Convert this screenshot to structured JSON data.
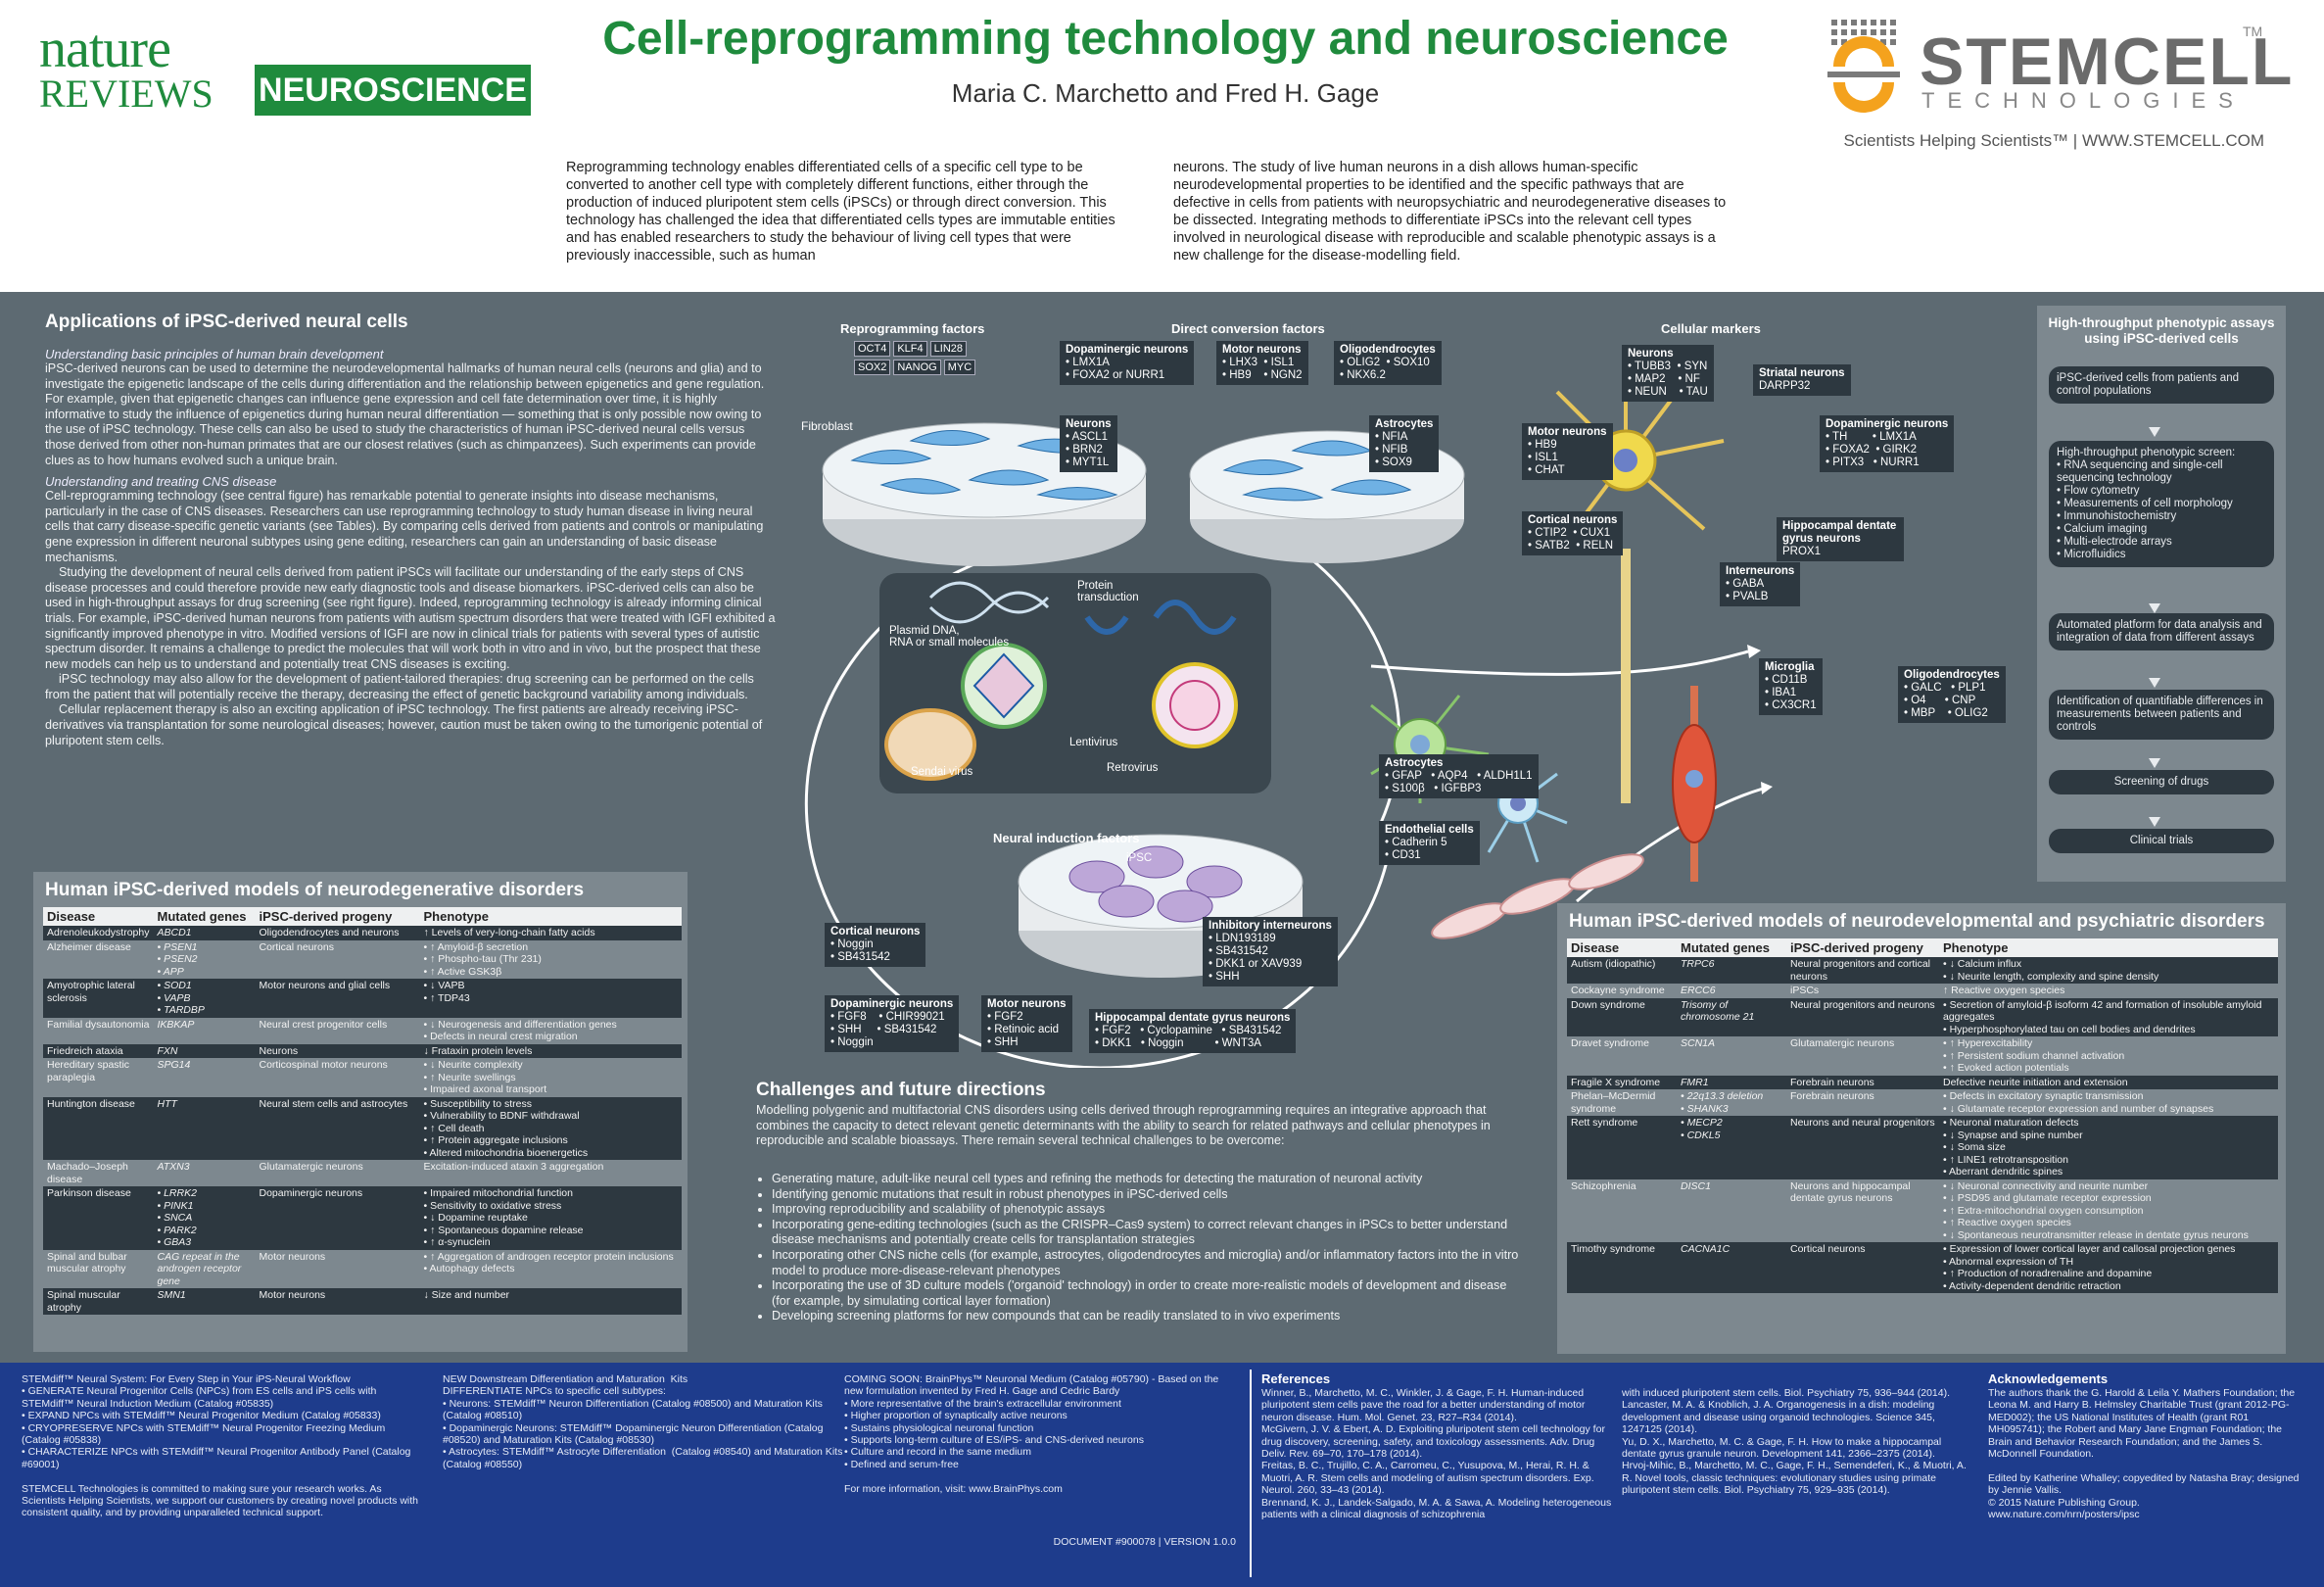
{
  "header": {
    "nature": "nature",
    "reviews": "REVIEWS",
    "journal": "NEUROSCIENCE",
    "title": "Cell-reprogramming technology and neuroscience",
    "authors": "Maria C. Marchetto and Fred H. Gage",
    "sponsor_name": "STEMCELL",
    "sponsor_sub": "TECHNOLOGIES",
    "sponsor_tm": "TM",
    "sponsor_tag": "Scientists Helping Scientists™  |  WWW.STEMCELL.COM",
    "intro_left": "Reprogramming technology enables differentiated cells of a specific cell type to be converted to another cell type with completely different functions, either through the production of induced pluripotent stem cells (iPSCs) or through direct conversion. This technology has challenged the idea that differentiated cells types are immutable entities and has enabled researchers to study the behaviour of living cell types that were previously inaccessible, such as human",
    "intro_right": "neurons. The study of live human neurons in a dish allows human-specific neurodevelopmental properties to be identified and the specific pathways that are defective in cells from patients with neuropsychiatric and neurodegenerative diseases to be dissected. Integrating methods to differentiate iPSCs into the relevant cell types involved in neurological disease with reproducible and scalable phenotypic assays is a new challenge for the disease-modelling field."
  },
  "applications": {
    "title": "Applications of iPSC-derived neural cells",
    "sub1": "Understanding basic principles of human brain development",
    "p1": "iPSC-derived neurons can be used to determine the neurodevelopmental hallmarks of human neural cells (neurons and glia) and to investigate the epigenetic landscape of the cells during differentiation and the relationship between epigenetics and gene regulation. For example, given that epigenetic changes can influence gene expression and cell fate determination over time, it is highly informative to study the influence of epigenetics during human neural differentiation — something that is only possible now owing to the use of iPSC technology. These cells can also be used to study the characteristics of human iPSC-derived neural cells versus those derived from other non-human primates that are our closest relatives (such as chimpanzees). Such experiments can provide clues as to how humans evolved such a unique brain.",
    "sub2": "Understanding and treating CNS disease",
    "p2": "Cell-reprogramming technology (see central figure) has remarkable potential to generate insights into disease mechanisms, particularly in the case of CNS diseases. Researchers can use reprogramming technology to study human disease in living neural cells that carry disease-specific genetic variants (see Tables). By comparing cells derived from patients and controls or manipulating gene expression in different neuronal subtypes using gene editing, researchers can gain an understanding of basic disease mechanisms.",
    "p3": "Studying the development of neural cells derived from patient iPSCs will facilitate our understanding of the early steps of CNS disease processes and could therefore provide new early diagnostic tools and disease biomarkers. iPSC-derived cells can also be used in high-throughput assays for drug screening (see right figure). Indeed, reprogramming technology is already informing clinical trials. For example, iPSC-derived human neurons from patients with autism spectrum disorders that were treated with IGFI exhibited a significantly improved phenotype in vitro. Modified versions of IGFI are now in clinical trials for patients with several types of autistic spectrum disorder. It remains a challenge to predict the molecules that will work both in vitro and in vivo, but the prospect that these new models can help us to understand and potentially treat CNS diseases is exciting.",
    "p4": "iPSC technology may also allow for the development of patient-tailored therapies: drug screening can be performed on the cells from the patient that will potentially receive the therapy, decreasing the effect of genetic background variability among individuals.",
    "p5": "Cellular replacement therapy is also an exciting application of iPSC technology. The first patients are already receiving iPSC-derivatives via transplantation for some neurological diseases; however, caution must be taken owing to the tumorigenic potential of pluripotent stem cells."
  },
  "degen": {
    "title": "Human iPSC-derived models of neurodegenerative disorders",
    "cols": [
      "Disease",
      "Mutated genes",
      "iPSC-derived progeny",
      "Phenotype"
    ],
    "rows": [
      [
        "Adrenoleukodystrophy",
        "ABCD1",
        "Oligodendrocytes and neurons",
        "↑ Levels of very-long-chain fatty acids"
      ],
      [
        "Alzheimer disease",
        "• PSEN1\n• PSEN2\n• APP",
        "Cortical neurons",
        "• ↑ Amyloid-β secretion\n• ↑ Phospho-tau (Thr 231)\n• ↑ Active GSK3β"
      ],
      [
        "Amyotrophic lateral sclerosis",
        "• SOD1\n• VAPB\n• TARDBP",
        "Motor neurons and glial cells",
        "• ↓ VAPB\n• ↑ TDP43"
      ],
      [
        "Familial dysautonomia",
        "IKBKAP",
        "Neural crest progenitor cells",
        "• ↓ Neurogenesis and differentiation genes\n• Defects in neural crest migration"
      ],
      [
        "Friedreich ataxia",
        "FXN",
        "Neurons",
        "↓ Frataxin protein levels"
      ],
      [
        "Hereditary spastic paraplegia",
        "SPG14",
        "Corticospinal motor neurons",
        "• ↓ Neurite complexity\n• ↑ Neurite swellings\n• Impaired axonal transport"
      ],
      [
        "Huntington disease",
        "HTT",
        "Neural stem cells and astrocytes",
        "• Susceptibility to stress\n• Vulnerability to BDNF withdrawal\n• ↑ Cell death\n• ↑ Protein aggregate inclusions\n• Altered mitochondria bioenergetics"
      ],
      [
        "Machado–Joseph disease",
        "ATXN3",
        "Glutamatergic neurons",
        "Excitation-induced ataxin 3 aggregation"
      ],
      [
        "Parkinson disease",
        "• LRRK2\n• PINK1\n• SNCA\n• PARK2\n• GBA3",
        "Dopaminergic neurons",
        "• Impaired mitochondrial function\n• Sensitivity to oxidative stress\n• ↓ Dopamine reuptake\n• ↑ Spontaneous dopamine release\n• ↑ α-synuclein"
      ],
      [
        "Spinal and bulbar muscular atrophy",
        "CAG repeat in the androgen receptor gene",
        "Motor neurons",
        "• ↑ Aggregation of androgen receptor protein inclusions\n• Autophagy defects"
      ],
      [
        "Spinal muscular atrophy",
        "SMN1",
        "Motor neurons",
        "↓ Size and number"
      ]
    ]
  },
  "centre": {
    "reprog_h": "Reprogramming factors",
    "reprog_tags": [
      "OCT4",
      "KLF4",
      "LIN28",
      "SOX2",
      "NANOG",
      "MYC"
    ],
    "direct_h": "Direct conversion factors",
    "da_h": "Dopaminergic neurons",
    "da_t": "• LMX1A\n• FOXA2 or NURR1",
    "mn_h": "Motor neurons",
    "mn_t": "• LHX3  • ISL1\n• HB9    • NGN2",
    "oligo_h": "Oligodendrocytes",
    "oligo_t": "• OLIG2  • SOX10\n• NKX6.2",
    "neu_h": "Neurons",
    "neu_t": "• ASCL1\n• BRN2\n• MYT1L",
    "astro_h": "Astrocytes",
    "astro_t": "• NFIA\n• NFIB\n• SOX9",
    "fibroblast": "Fibroblast",
    "plasmid": "Plasmid DNA,\nRNA or small molecules",
    "protein": "Protein\ntransduction",
    "lenti": "Lentivirus",
    "retro": "Retrovirus",
    "sendai": "Sendai virus",
    "ipsc": "iPSC",
    "induction_h": "Neural induction factors",
    "ctx_h": "Cortical neurons",
    "ctx_t": "• Noggin\n• SB431542",
    "inh_h": "Inhibitory interneurons",
    "inh_t": "• LDN193189\n• SB431542\n• DKK1 or XAV939\n• SHH",
    "dai_h": "Dopaminergic neurons",
    "dai_t": "• FGF8    • CHIR99021\n• SHH     • SB431542\n• Noggin",
    "mni_h": "Motor neurons",
    "mni_t": "• FGF2\n• Retinoic acid\n• SHH",
    "hdg_h": "Hippocampal dentate gyrus neurons",
    "hdg_t": "• FGF2   • Cyclopamine   • SB431542\n• DKK1   • Noggin          • WNT3A"
  },
  "markers": {
    "title": "Cellular markers",
    "neurons_h": "Neurons",
    "neurons_t": "• TUBB3  • SYN\n• MAP2    • NF\n• NEUN    • TAU",
    "striatal_h": "Striatal neurons",
    "striatal_t": "DARPP32",
    "motor_h": "Motor neurons",
    "motor_t": "• HB9\n• ISL1\n• CHAT",
    "dopa_h": "Dopaminergic neurons",
    "dopa_t": "• TH        • LMX1A\n• FOXA2  • GIRK2\n• PITX3   • NURR1",
    "cortical_h": "Cortical neurons",
    "cortical_t": "• CTIP2  • CUX1\n• SATB2  • RELN",
    "hippo_h": "Hippocampal dentate gyrus neurons",
    "hippo_t": "PROX1",
    "inter_h": "Interneurons",
    "inter_t": "• GABA\n• PVALB",
    "micro_h": "Microglia",
    "micro_t": "• CD11B\n• IBA1\n• CX3CR1",
    "oligo_h": "Oligodendrocytes",
    "oligo_t": "• GALC   • PLP1\n• O4      • CNP\n• MBP    • OLIG2",
    "astro_h": "Astrocytes",
    "astro_t": "• GFAP   • AQP4   • ALDH1L1\n• S100β   • IGFBP3",
    "endo_h": "Endothelial cells",
    "endo_t": "• Cadherin 5\n• CD31"
  },
  "ht": {
    "title": "High-throughput phenotypic assays using iPSC-derived cells",
    "s1": "iPSC-derived cells from patients and control populations",
    "s2": "High-throughput phenotypic screen:\n• RNA sequencing and single-cell sequencing technology\n• Flow cytometry\n• Measurements of cell morphology\n• Immunohistochemistry\n• Calcium imaging\n• Multi-electrode arrays\n• Microfluidics",
    "s3": "Automated platform for data analysis and integration of data from different assays",
    "s4": "Identification of quantifiable differences in measurements between patients and controls",
    "s5": "Screening of drugs",
    "s6": "Clinical trials"
  },
  "challenges": {
    "title": "Challenges and future directions",
    "intro": "Modelling polygenic and multifactorial CNS disorders using cells derived through reprogramming requires an integrative approach that combines the capacity to detect relevant genetic determinants with the ability to search for related pathways and cellular phenotypes in reproducible and scalable bioassays. There remain several technical challenges to be overcome:",
    "items": [
      "Generating mature, adult-like neural cell types and refining the methods for detecting the maturation of neuronal activity",
      "Identifying genomic mutations that result in robust phenotypes in iPSC-derived cells",
      "Improving reproducibility and scalability of phenotypic assays",
      "Incorporating gene-editing technologies (such as the CRISPR–Cas9 system) to correct relevant changes in iPSCs to better understand disease mechanisms and potentially create cells for transplantation strategies",
      "Incorporating other CNS niche cells (for example, astrocytes, oligodendrocytes and microglia) and/or inflammatory factors into the in vitro model to produce more-disease-relevant phenotypes",
      "Incorporating the use of 3D culture models ('organoid' technology) in order to create more-realistic models of development and disease (for example, by simulating cortical layer formation)",
      "Developing screening platforms for new compounds that can be readily translated to in vivo experiments"
    ]
  },
  "dev": {
    "title": "Human iPSC-derived models of neurodevelopmental and psychiatric disorders",
    "cols": [
      "Disease",
      "Mutated genes",
      "iPSC-derived progeny",
      "Phenotype"
    ],
    "rows": [
      [
        "Autism (idiopathic)",
        "TRPC6",
        "Neural progenitors and cortical neurons",
        "• ↓ Calcium influx\n• ↓ Neurite length, complexity and spine density"
      ],
      [
        "Cockayne syndrome",
        "ERCC6",
        "iPSCs",
        "↑ Reactive oxygen species"
      ],
      [
        "Down syndrome",
        "Trisomy of chromosome 21",
        "Neural progenitors and neurons",
        "• Secretion of amyloid-β isoform 42 and formation of insoluble amyloid aggregates\n• Hyperphosphorylated tau on cell bodies and dendrites"
      ],
      [
        "Dravet syndrome",
        "SCN1A",
        "Glutamatergic neurons",
        "• ↑ Hyperexcitability\n• ↑ Persistent sodium channel activation\n• ↑ Evoked action potentials"
      ],
      [
        "Fragile X syndrome",
        "FMR1",
        "Forebrain neurons",
        "Defective neurite initiation and extension"
      ],
      [
        "Phelan–McDermid syndrome",
        "• 22q13.3 deletion\n• SHANK3",
        "Forebrain neurons",
        "• Defects in excitatory synaptic transmission\n• ↓ Glutamate receptor expression and number of synapses"
      ],
      [
        "Rett syndrome",
        "• MECP2\n• CDKL5",
        "Neurons and neural progenitors",
        "• Neuronal maturation defects\n• ↓ Synapse and spine number\n• ↓ Soma size\n• ↑ LINE1 retrotransposition\n• Aberrant dendritic spines"
      ],
      [
        "Schizophrenia",
        "DISC1",
        "Neurons and hippocampal dentate gyrus neurons",
        "• ↓ Neuronal connectivity and neurite number\n• ↓ PSD95 and glutamate receptor expression\n• ↑ Extra-mitochondrial oxygen consumption\n• ↑ Reactive oxygen species\n• ↓ Spontaneous neurotransmitter release in dentate gyrus neurons"
      ],
      [
        "Timothy syndrome",
        "CACNA1C",
        "Cortical neurons",
        "• Expression of lower cortical layer and callosal projection genes\n• Abnormal expression of TH\n• ↑ Production of noradrenaline and dopamine\n• Activity-dependent dendritic retraction"
      ]
    ]
  },
  "footer": {
    "col1": "STEMdiff™ Neural System: For Every Step in Your iPS-Neural Workflow\n• GENERATE Neural Progenitor Cells (NPCs) from ES cells and iPS cells with STEMdiff™ Neural Induction Medium (Catalog #05835)\n• EXPAND NPCs with STEMdiff™ Neural Progenitor Medium (Catalog #05833)\n• CRYOPRESERVE NPCs with STEMdiff™ Neural Progenitor Freezing Medium (Catalog #05838)\n• CHARACTERIZE NPCs with STEMdiff™ Neural Progenitor Antibody Panel (Catalog #69001)\n\nSTEMCELL Technologies is committed to making sure your research works. As Scientists Helping Scientists, we support our customers by creating novel products with consistent quality, and by providing unparalleled technical support.",
    "col2": "NEW Downstream Differentiation and Maturation  Kits\nDIFFERENTIATE NPCs to specific cell subtypes:\n• Neurons: STEMdiff™ Neuron Differentiation (Catalog #08500) and Maturation Kits (Catalog #08510)\n• Dopaminergic Neurons: STEMdiff™ Dopaminergic Neuron Differentiation (Catalog #08520) and Maturation Kits (Catalog #08530)\n• Astrocytes: STEMdiff™ Astrocyte Differentiation  (Catalog #08540) and Maturation Kits (Catalog #08550)",
    "col3": "COMING SOON: BrainPhys™ Neuronal Medium (Catalog #05790) - Based on the new formulation invented by Fred H. Gage and Cedric Bardy\n• More representative of the brain's extracellular environment\n• Higher proportion of synaptically active neurons\n• Sustains physiological neuronal function\n• Supports long-term culture of ES/iPS- and CNS-derived neurons\n• Culture and record in the same medium\n• Defined and serum-free\n\nFor more information, visit: www.BrainPhys.com",
    "doc": "DOCUMENT #900078 | VERSION 1.0.0",
    "refs_h": "References",
    "refs1": "Winner, B., Marchetto, M. C., Winkler, J. & Gage, F. H. Human-induced pluripotent stem cells pave the road for a better understanding of motor neuron disease. Hum. Mol. Genet. 23, R27–R34 (2014).\nMcGivern, J. V. & Ebert, A. D. Exploiting pluripotent stem cell technology for drug discovery, screening, safety, and toxicology assessments. Adv. Drug Deliv. Rev. 69–70, 170–178 (2014).\nFreitas, B. C., Trujillo, C. A., Carromeu, C., Yusupova, M., Herai, R. H. & Muotri, A. R. Stem cells and modeling of autism spectrum disorders. Exp. Neurol. 260, 33–43 (2014).\nBrennand, K. J., Landek-Salgado, M. A. & Sawa, A. Modeling heterogeneous patients with a clinical diagnosis of schizophrenia",
    "refs2": "with induced pluripotent stem cells. Biol. Psychiatry 75, 936–944 (2014).\nLancaster, M. A. & Knoblich, J. A. Organogenesis in a dish: modeling development and disease using organoid technologies. Science 345, 1247125 (2014).\nYu, D. X., Marchetto, M. C. & Gage, F. H. How to make a hippocampal dentate gyrus granule neuron. Development 141, 2366–2375 (2014).\nHrvoj-Mihic, B., Marchetto, M. C., Gage, F. H., Semendeferi, K., & Muotri, A. R. Novel tools, classic techniques: evolutionary studies using primate pluripotent stem cells. Biol. Psychiatry 75, 929–935 (2014).",
    "ack_h": "Acknowledgements",
    "ack": "The authors thank the G. Harold & Leila Y. Mathers Foundation; the Leona M. and Harry B. Helmsley Charitable Trust (grant 2012-PG-MED002); the US National Institutes of Health (grant R01 MH095741); the Robert and Mary Jane Engman Foundation; the Brain and Behavior Research Foundation; and the James S. McDonnell Foundation.\n\nEdited by Katherine Whalley; copyedited by Natasha Bray; designed by Jennie Vallis.\n© 2015 Nature Publishing Group.\nwww.nature.com/nrn/posters/ipsc"
  },
  "colors": {
    "nature_green": "#1f8b3d",
    "panel_grey": "#5d6a72",
    "label_dark": "#2d3840",
    "footer_blue": "#1e3c8c",
    "stemcell_orange": "#f4a21d"
  }
}
